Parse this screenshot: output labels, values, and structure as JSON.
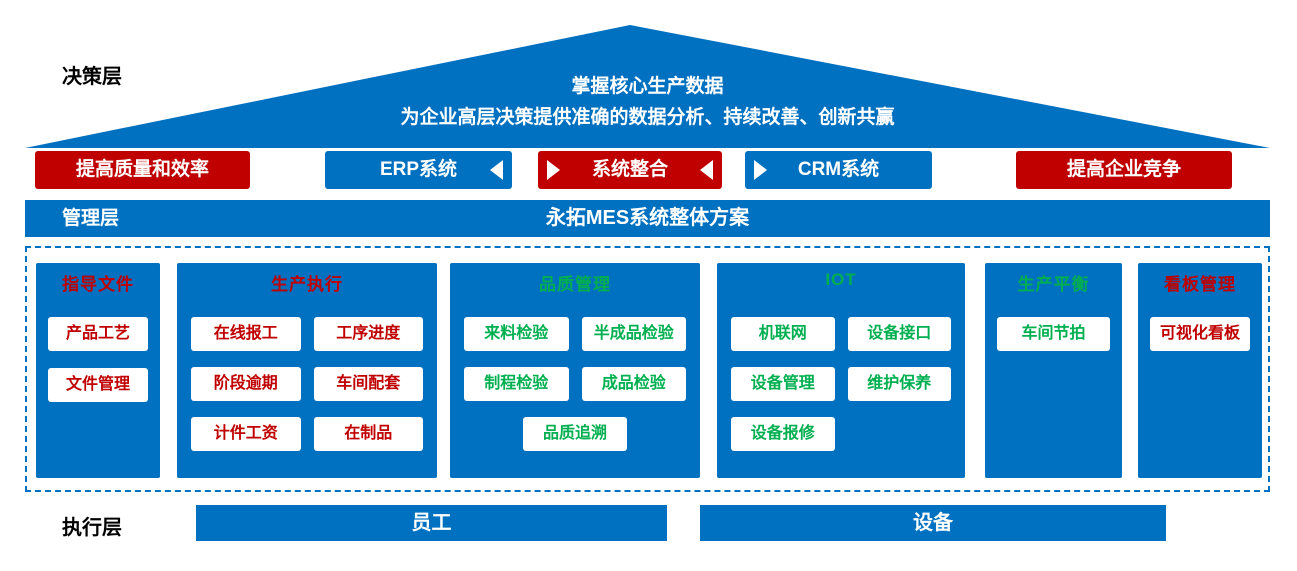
{
  "colors": {
    "blue": "#0070C0",
    "red": "#C00000",
    "green": "#00B050"
  },
  "decision": {
    "label": "决策层",
    "headline": "掌握核心生产数据",
    "subline": "为企业高层决策提供准确的数据分析、持续改善、创新共赢"
  },
  "bridge": {
    "left_badge": "提高质量和效率",
    "erp": "ERP系统",
    "integration": "系统整合",
    "crm": "CRM系统",
    "right_badge": "提高企业竞争"
  },
  "management": {
    "label": "管理层",
    "title": "永拓MES系统整体方案"
  },
  "modules": [
    {
      "title": "指导文件",
      "accent": "red",
      "items": [
        "产品工艺",
        "文件管理"
      ]
    },
    {
      "title": "生产执行",
      "accent": "red",
      "items": [
        "在线报工",
        "工序进度",
        "阶段逾期",
        "车间配套",
        "计件工资",
        "在制品"
      ]
    },
    {
      "title": "品质管理",
      "accent": "green",
      "items": [
        "来料检验",
        "半成品检验",
        "制程检验",
        "成品检验",
        "品质追溯"
      ]
    },
    {
      "title": "IOT",
      "accent": "green",
      "items": [
        "机联网",
        "设备接口",
        "设备管理",
        "维护保养",
        "设备报修"
      ]
    },
    {
      "title": "生产平衡",
      "accent": "green",
      "items": [
        "车间节拍"
      ]
    },
    {
      "title": "看板管理",
      "accent": "red",
      "items": [
        "可视化看板"
      ]
    }
  ],
  "execution": {
    "label": "执行层",
    "bars": [
      "员工",
      "设备"
    ]
  }
}
